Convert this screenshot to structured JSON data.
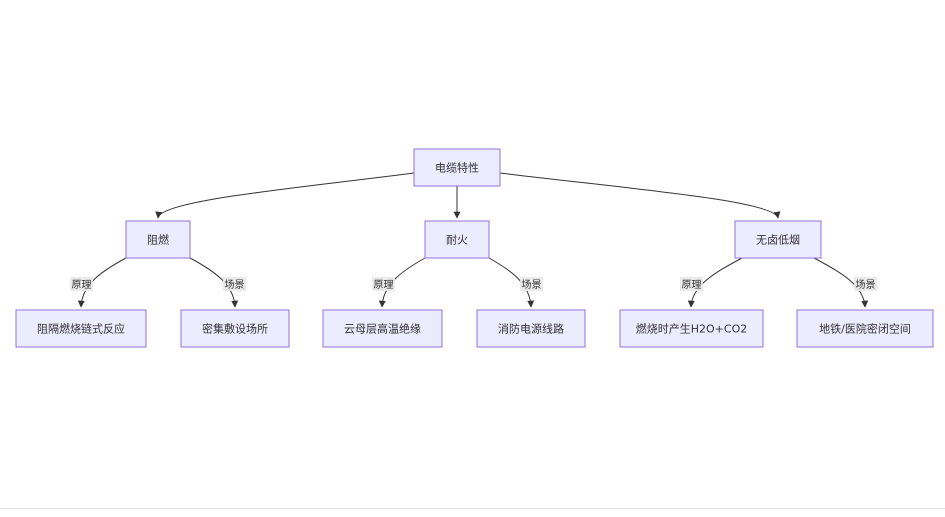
{
  "diagram": {
    "nodes": {
      "root": "电缆特性",
      "flame": "阻燃",
      "fire": "耐火",
      "halogen": "无卤低烟",
      "flame_principle": "阻隔燃烧链式反应",
      "flame_scene": "密集敷设场所",
      "fire_principle": "云母层高温绝缘",
      "fire_scene": "消防电源线路",
      "halogen_principle": "燃烧时产生H2O+CO2",
      "halogen_scene": "地铁/医院密闭空间"
    },
    "edge_labels": {
      "flame_principle": "原理",
      "flame_scene": "场景",
      "fire_principle": "原理",
      "fire_scene": "场景",
      "halogen_principle": "原理",
      "halogen_scene": "场景"
    }
  }
}
